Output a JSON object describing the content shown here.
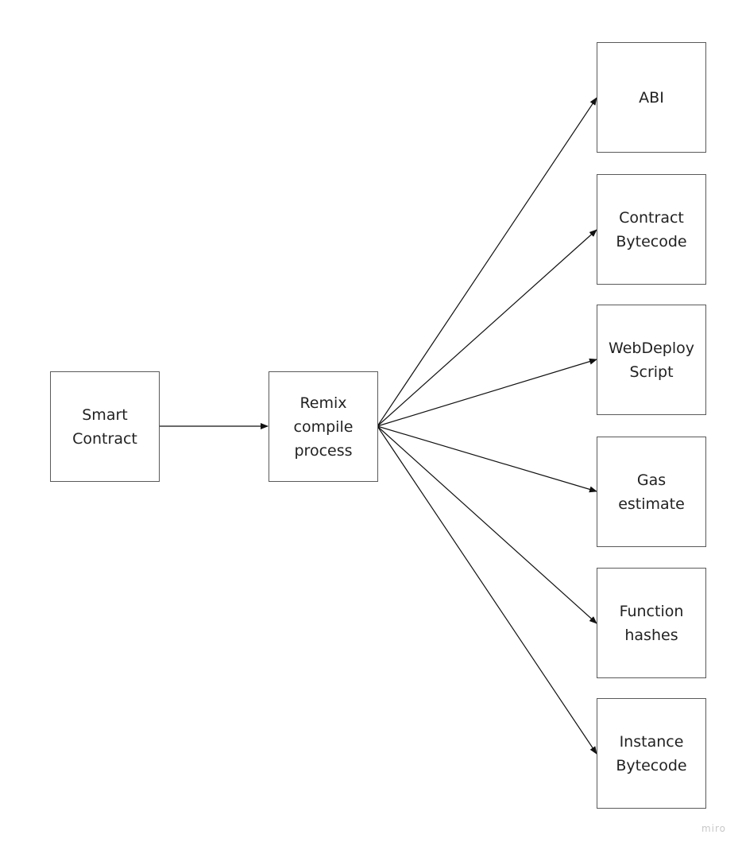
{
  "diagram": {
    "source_node": {
      "label": "Smart\nContract"
    },
    "process_node": {
      "label": "Remix\ncompile\nprocess"
    },
    "outputs": [
      {
        "label": "ABI"
      },
      {
        "label": "Contract\nBytecode"
      },
      {
        "label": "WebDeploy\nScript"
      },
      {
        "label": "Gas\nestimate"
      },
      {
        "label": "Function\nhashes"
      },
      {
        "label": "Instance\nBytecode"
      }
    ],
    "edges": [
      {
        "from": "source_node",
        "to": "process_node"
      },
      {
        "from": "process_node",
        "to": "outputs.0"
      },
      {
        "from": "process_node",
        "to": "outputs.1"
      },
      {
        "from": "process_node",
        "to": "outputs.2"
      },
      {
        "from": "process_node",
        "to": "outputs.3"
      },
      {
        "from": "process_node",
        "to": "outputs.4"
      },
      {
        "from": "process_node",
        "to": "outputs.5"
      }
    ],
    "line_color": "#111111",
    "border_color": "#5a5a5a"
  },
  "watermark": "miro"
}
